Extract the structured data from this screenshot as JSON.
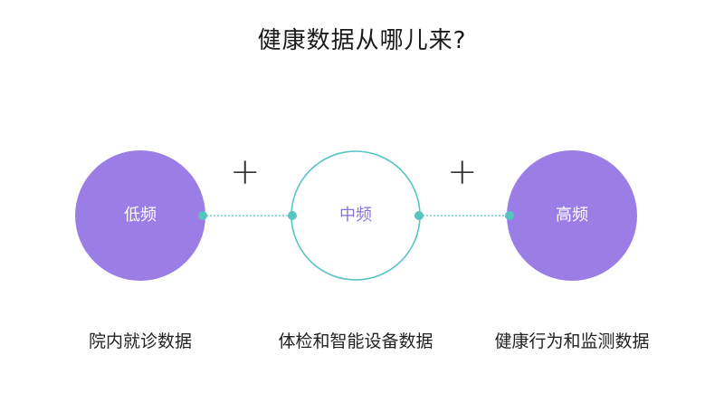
{
  "title": "健康数据从哪儿来?",
  "operator": "+",
  "nodes": [
    {
      "label": "低频",
      "caption": "院内就诊数据",
      "style": "filled"
    },
    {
      "label": "中频",
      "caption": "体检和智能设备数据",
      "style": "outline"
    },
    {
      "label": "高频",
      "caption": "健康行为和监测数据",
      "style": "filled"
    }
  ],
  "colors": {
    "fill": "#9a7ee6",
    "outline": "#56c4c0",
    "connector": "#56c4c0",
    "outline_text": "#8a73dd"
  }
}
